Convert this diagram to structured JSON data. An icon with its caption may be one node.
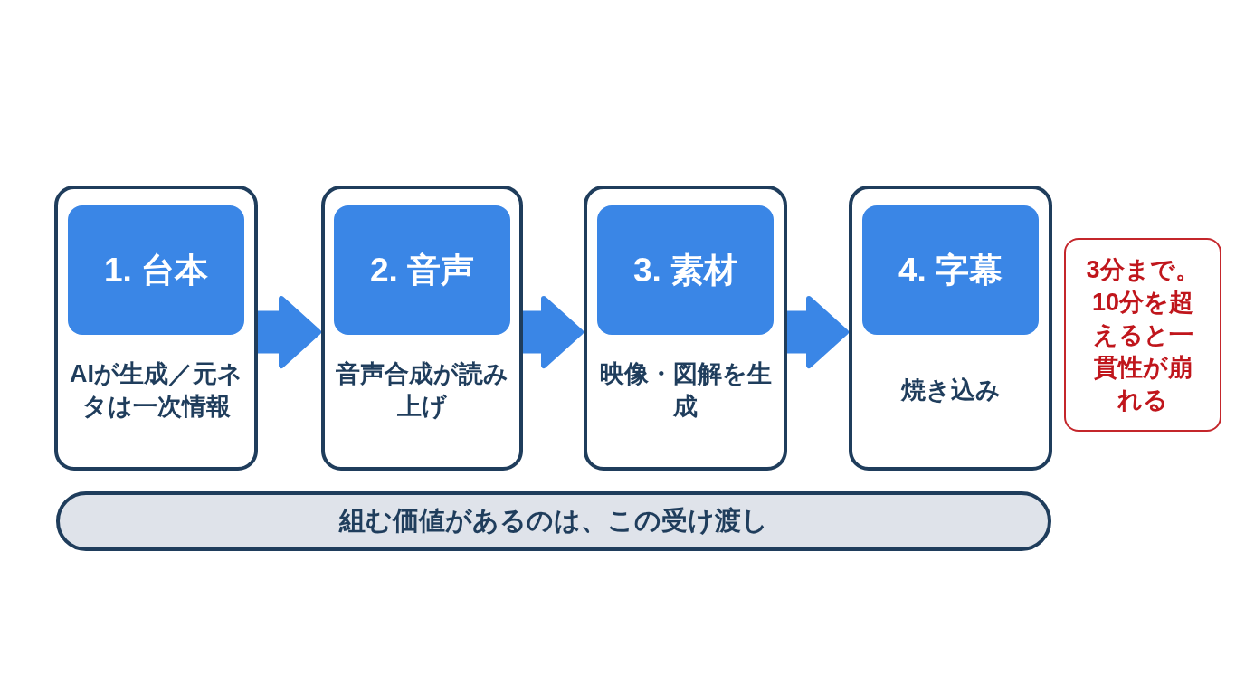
{
  "diagram": {
    "nodes": [
      {
        "text": [
          "AIが生成／元ネタは一次情報"
        ]
      },
      {
        "text": [
          "1. 台本"
        ],
        "in": 0
      },
      {
        "text": [
          "音声合成が読み上げ"
        ]
      },
      {
        "text": [
          "2. 音声"
        ],
        "in": 2
      },
      {
        "text": [
          "映像・図解を生成"
        ]
      },
      {
        "text": [
          "3. 素材"
        ],
        "in": 4
      },
      {
        "text": [
          "焼き込み"
        ]
      },
      {
        "text": [
          "4. 字幕"
        ],
        "in": 6
      },
      {
        "text": [
          "3分まで。10分を超えると一貫性が崩れる"
        ]
      },
      {
        "text": [
          "組む価値があるのは、この受け渡し"
        ]
      }
    ],
    "edges": [
      {
        "from": 0,
        "to": 2,
        "arrow": "to"
      },
      {
        "from": 2,
        "to": 4,
        "arrow": "to"
      },
      {
        "from": 4,
        "to": 6,
        "arrow": "to"
      }
    ]
  }
}
